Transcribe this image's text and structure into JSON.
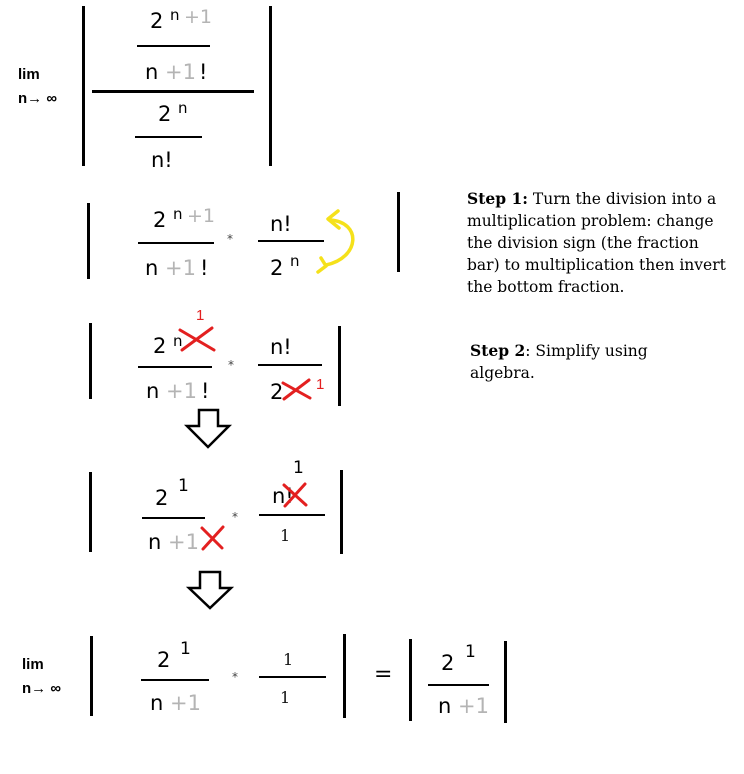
{
  "limit": {
    "lim": "lim",
    "approach": "n→ ∞"
  },
  "expr": {
    "two": "2",
    "n": "n",
    "plus_one": "+1",
    "bang": "!",
    "n_factorial": "n!",
    "one": "1",
    "times": "*",
    "equals": "="
  },
  "step1": {
    "bold": "Step 1:",
    "lines": [
      " Turn the division into a",
      "multiplication problem: change",
      "the division sign (the fraction",
      "bar) to multiplication then invert",
      "the bottom fraction."
    ]
  },
  "step2": {
    "bold": "Step 2",
    "lines": [
      ": Simplify using",
      "algebra."
    ]
  },
  "colors": {
    "cross": "#e32020",
    "arrow_annotation": "#f5e11a",
    "muted_text": "#b4b4b4"
  },
  "icons": [
    "down-arrow-icon",
    "curved-arrow-icon",
    "cross-out-icon"
  ]
}
